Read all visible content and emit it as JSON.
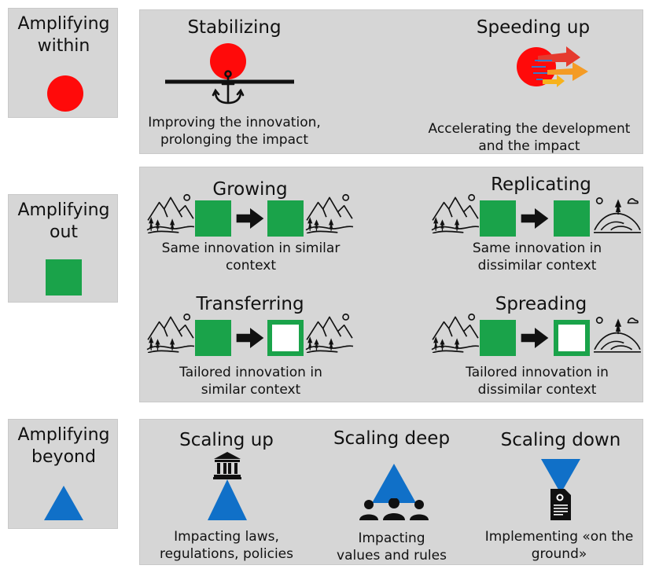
{
  "left": {
    "within": "Amplifying\nwithin",
    "out": "Amplifying\nout",
    "beyond": "Amplifying\nbeyond"
  },
  "within": {
    "stabilizing": {
      "title": "Stabilizing",
      "desc": "Improving the innovation,\nprolonging the impact"
    },
    "speeding": {
      "title": "Speeding up",
      "desc": "Accelerating the development\nand the impact"
    }
  },
  "out": {
    "growing": {
      "title": "Growing",
      "desc": "Same innovation in similar\ncontext"
    },
    "replicating": {
      "title": "Replicating",
      "desc": "Same innovation in\ndissimilar context"
    },
    "transferring": {
      "title": "Transferring",
      "desc": "Tailored innovation in\nsimilar context"
    },
    "spreading": {
      "title": "Spreading",
      "desc": "Tailored innovation in\ndissimilar context"
    }
  },
  "beyond": {
    "up": {
      "title": "Scaling up",
      "desc": "Impacting laws,\nregulations, policies"
    },
    "deep": {
      "title": "Scaling deep",
      "desc": "Impacting\nvalues and rules"
    },
    "down": {
      "title": "Scaling down",
      "desc": "Implementing «on the\nground»"
    }
  },
  "colors": {
    "circle": "#ff0a0a",
    "square": "#1aa34a",
    "triangle": "#1070c8",
    "panel": "#d6d6d6"
  }
}
